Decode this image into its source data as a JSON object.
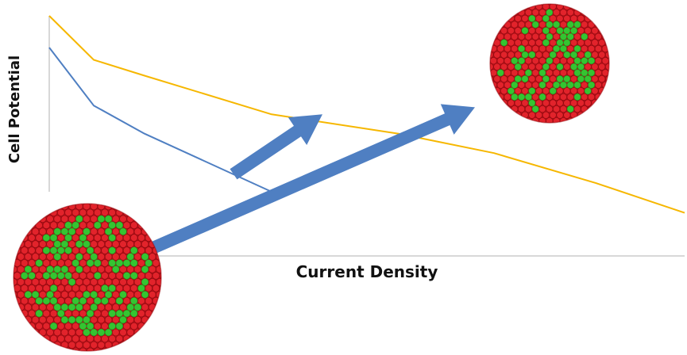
{
  "chart_data": {
    "type": "line",
    "xlabel": "Current Density",
    "ylabel": "Cell Potential",
    "grid": false,
    "legend": "none",
    "xlim": [
      0,
      100
    ],
    "ylim": [
      0,
      100
    ],
    "series": [
      {
        "color": "#f6b700",
        "x": [
          0,
          7,
          15,
          35,
          55,
          70,
          86,
          100
        ],
        "y": [
          100,
          75,
          66,
          44,
          33,
          22,
          5,
          -12
        ]
      },
      {
        "color": "#4f7fc2",
        "x": [
          0,
          7,
          15,
          35
        ],
        "y": [
          82,
          49,
          33,
          0
        ]
      }
    ],
    "annotations": [
      {
        "type": "arrow",
        "meaning": "performance improvement",
        "color": "#4f7fc2",
        "from": [
          29,
          10
        ],
        "to": [
          43,
          44
        ]
      },
      {
        "type": "arrow",
        "meaning": "nanoparticle to improved curve",
        "color": "#4f7fc2",
        "from": [
          15,
          -34
        ],
        "to": [
          67,
          48
        ]
      }
    ],
    "illustrations": [
      {
        "name": "large-nanoparticle",
        "colors": [
          "#e2232b",
          "#35c431"
        ]
      },
      {
        "name": "small-nanoparticle",
        "colors": [
          "#e2232b",
          "#35c431"
        ]
      }
    ]
  }
}
